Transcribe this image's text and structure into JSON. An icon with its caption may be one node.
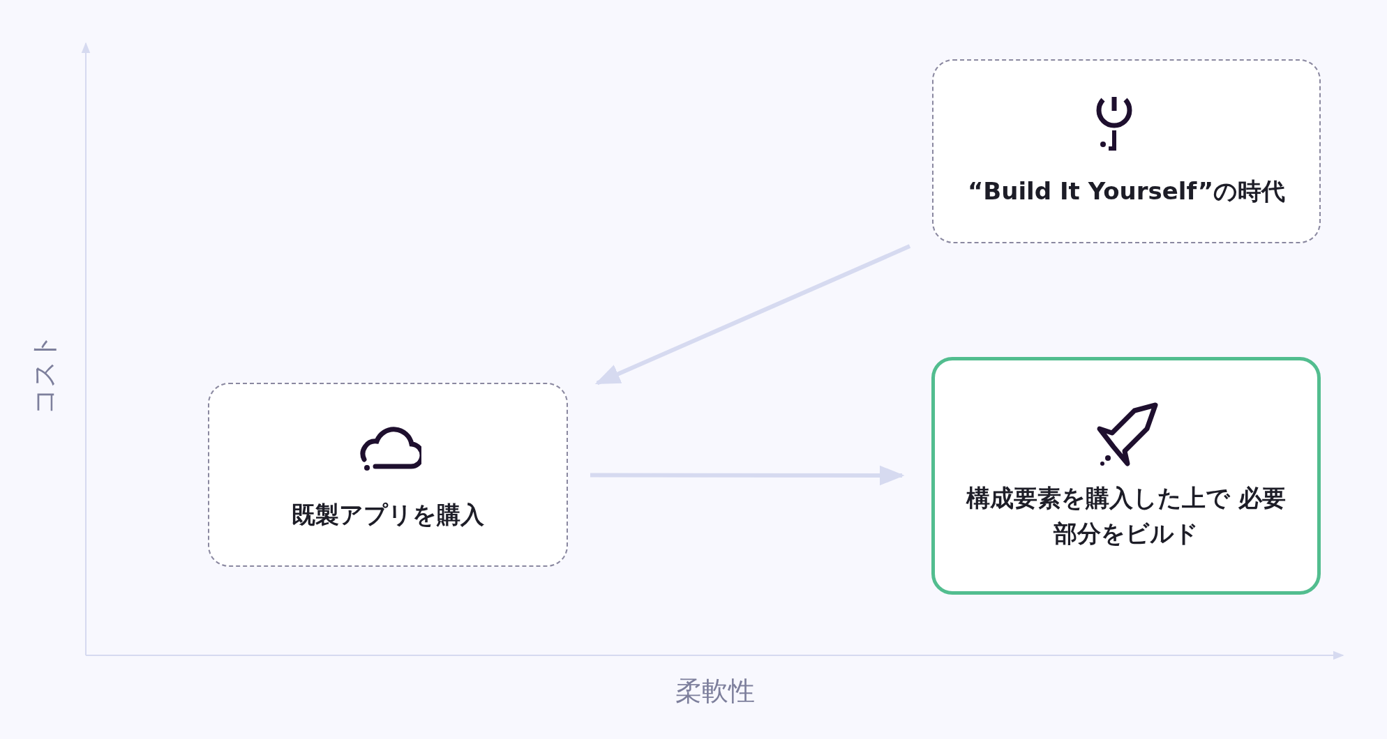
{
  "diagram": {
    "nodes": [
      {
        "text": [
          "“Build It Yourself”の時代"
        ]
      },
      {
        "text": [
          "既製アプリを購入"
        ]
      },
      {
        "text": [
          "構成要素を購入した上で 必要部分をビルド"
        ]
      }
    ],
    "edges": [
      {
        "from": 0,
        "to": 1,
        "arrow": "to"
      },
      {
        "from": 1,
        "to": 2,
        "arrow": "to"
      }
    ],
    "labels": [
      "コスト",
      "柔軟性"
    ]
  }
}
